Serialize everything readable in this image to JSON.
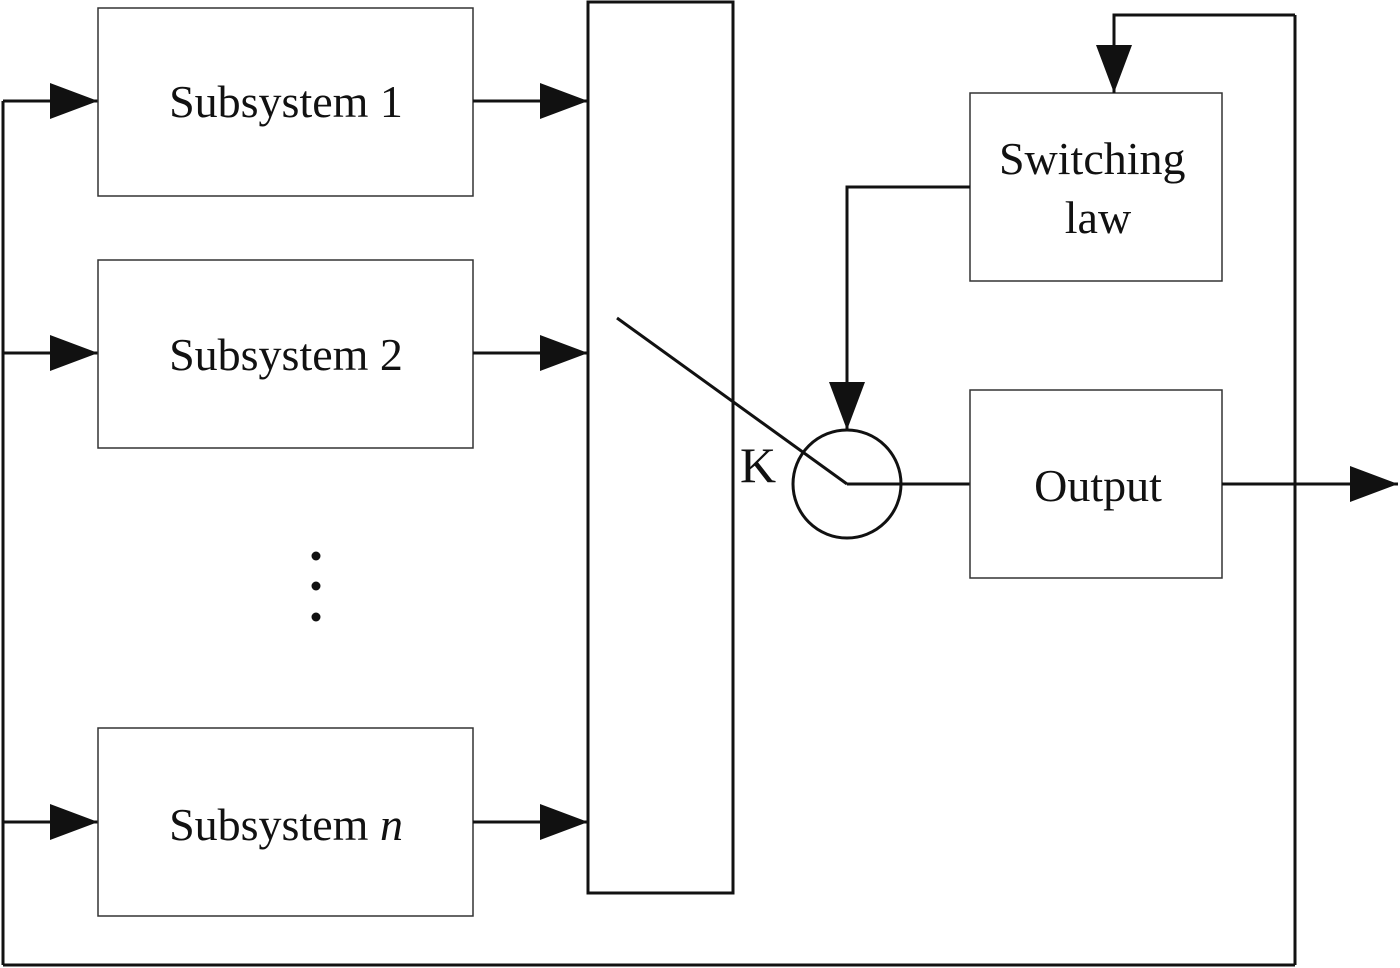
{
  "diagram": {
    "subsystems": [
      {
        "label": "Subsystem 1",
        "index": ""
      },
      {
        "label": "Subsystem 2",
        "index": ""
      },
      {
        "label": "Subsystem ",
        "index": "n"
      }
    ],
    "switching_law": {
      "line1": "Switching",
      "line2": "law"
    },
    "output": {
      "label": "Output"
    },
    "switch": {
      "label": "K"
    }
  },
  "colors": {
    "stroke": "#111111",
    "background": "#ffffff"
  }
}
